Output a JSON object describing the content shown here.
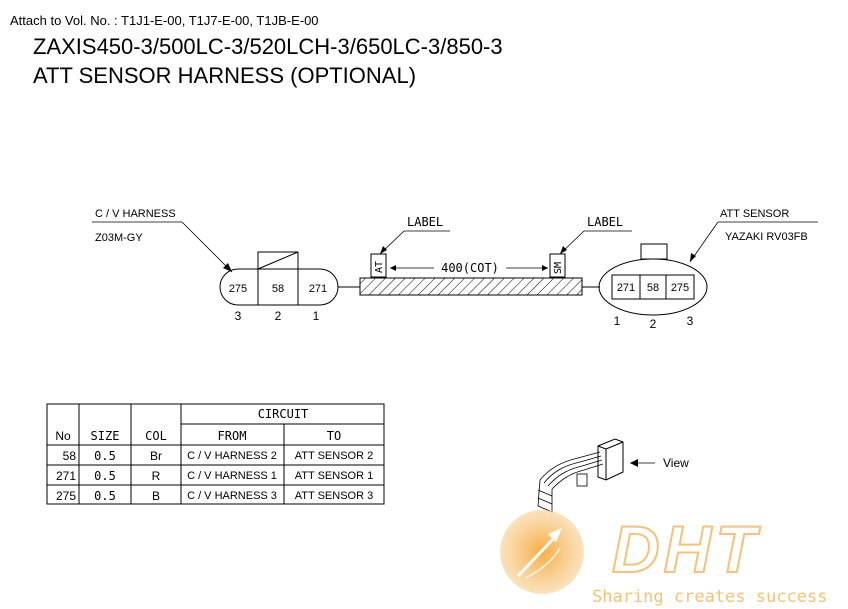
{
  "header": {
    "attach_note": "Attach to Vol. No. : T1J1-E-00, T1J7-E-00, T1JB-E-00",
    "model_line": "ZAXIS450-3/500LC-3/520LCH-3/650LC-3/850-3",
    "title": "ATT SENSOR HARNESS (OPTIONAL)"
  },
  "left_connector": {
    "name": "C / V HARNESS",
    "part": "Z03M-GY",
    "cells": [
      "275",
      "58",
      "271"
    ],
    "pins": [
      "3",
      "2",
      "1"
    ]
  },
  "cable": {
    "length_label": "400(COT)",
    "label_left_title": "LABEL",
    "label_right_title": "LABEL",
    "tag_left": "AT",
    "tag_right": "SM"
  },
  "right_connector": {
    "name": "ATT SENSOR",
    "part": "YAZAKI  RV03FB",
    "cells": [
      "271",
      "58",
      "275"
    ],
    "pins": [
      "1",
      "2",
      "3"
    ]
  },
  "table": {
    "headers": {
      "no": "No",
      "size": "SIZE",
      "col": "COL",
      "circuit": "CIRCUIT",
      "from": "FROM",
      "to": "TO"
    },
    "rows": [
      {
        "no": "58",
        "size": "0.5",
        "col": "Br",
        "from": "C / V HARNESS  2",
        "to": "ATT SENSOR  2"
      },
      {
        "no": "271",
        "size": "0.5",
        "col": "R",
        "from": "C / V HARNESS  1",
        "to": "ATT SENSOR  1"
      },
      {
        "no": "275",
        "size": "0.5",
        "col": "B",
        "from": "C / V HARNESS  3",
        "to": "ATT SENSOR  3"
      }
    ]
  },
  "view_label": "View",
  "watermark": {
    "logo_text": "DHT",
    "tagline": "Sharing creates success",
    "color": "#f4c27a"
  }
}
